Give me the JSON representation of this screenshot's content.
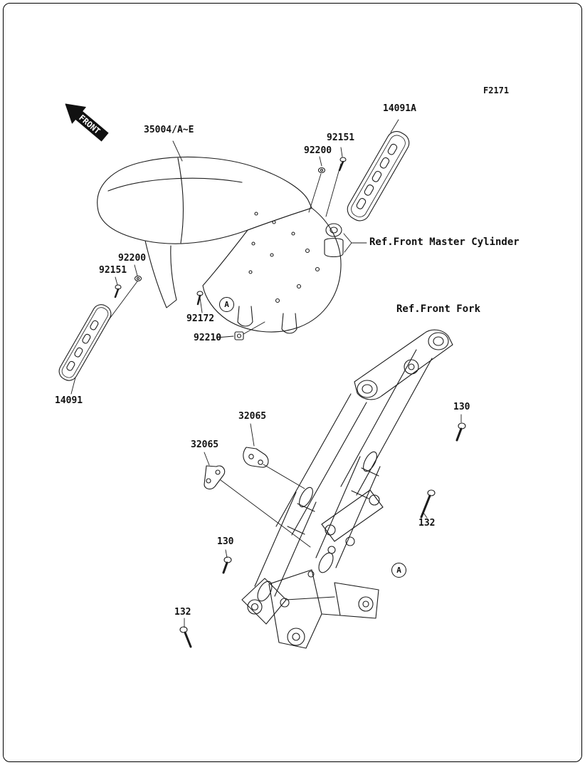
{
  "page": {
    "code": "F2171",
    "background": "#ffffff",
    "line_color": "#1c1c1c"
  },
  "front_marker": {
    "label": "FRONT"
  },
  "refs": {
    "master_cylinder": "Ref.Front Master Cylinder",
    "front_fork": "Ref.Front Fork"
  },
  "parts": {
    "fender": "35004/A~E",
    "trim_right": "14091A",
    "trim_left": "14091",
    "screw_top": "92151",
    "washer_top": "92200",
    "washer_left": "92200",
    "screw_left": "92151",
    "bolt_pan": "92172",
    "nut": "92210",
    "bracket_top": "32065",
    "bracket_left": "32065",
    "bolt_130_right": "130",
    "bolt_130_left": "130",
    "bolt_132_right": "132",
    "bolt_132_bottom": "132"
  },
  "markers": {
    "view": "A"
  }
}
